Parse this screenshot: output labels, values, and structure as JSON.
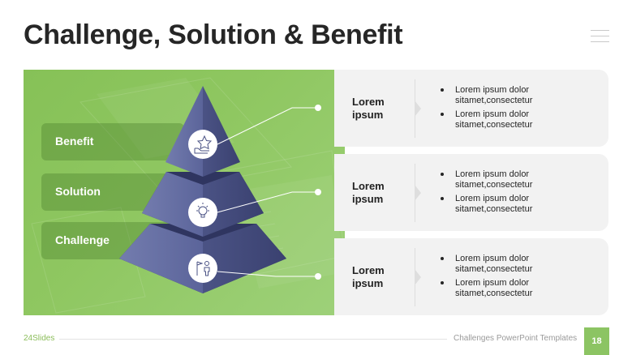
{
  "slide": {
    "title": "Challenge, Solution & Benefit",
    "page_number": "18"
  },
  "labels": {
    "benefit": "Benefit",
    "solution": "Solution",
    "challenge": "Challenge"
  },
  "cards": [
    {
      "title": "Lorem ipsum",
      "bullets": [
        "Lorem ipsum dolor sitamet,consectetur",
        "Lorem ipsum dolor sitamet,consectetur"
      ]
    },
    {
      "title": "Lorem ipsum",
      "bullets": [
        "Lorem ipsum dolor sitamet,consectetur",
        "Lorem ipsum dolor sitamet,consectetur"
      ]
    },
    {
      "title": "Lorem ipsum",
      "bullets": [
        "Lorem ipsum dolor sitamet,consectetur",
        "Lorem ipsum dolor sitamet,consectetur"
      ]
    }
  ],
  "icons": {
    "top": "hand-star-icon",
    "middle": "lightbulb-icon",
    "bottom": "person-flag-icon"
  },
  "footer": {
    "brand": "24Slides",
    "template_name": "Challenges PowerPoint Templates"
  },
  "colors": {
    "accent_green": "#8cc463",
    "pyramid_dark": "#3e4674",
    "pyramid_mid": "#5a6398",
    "pyramid_light": "#6f78ab"
  }
}
